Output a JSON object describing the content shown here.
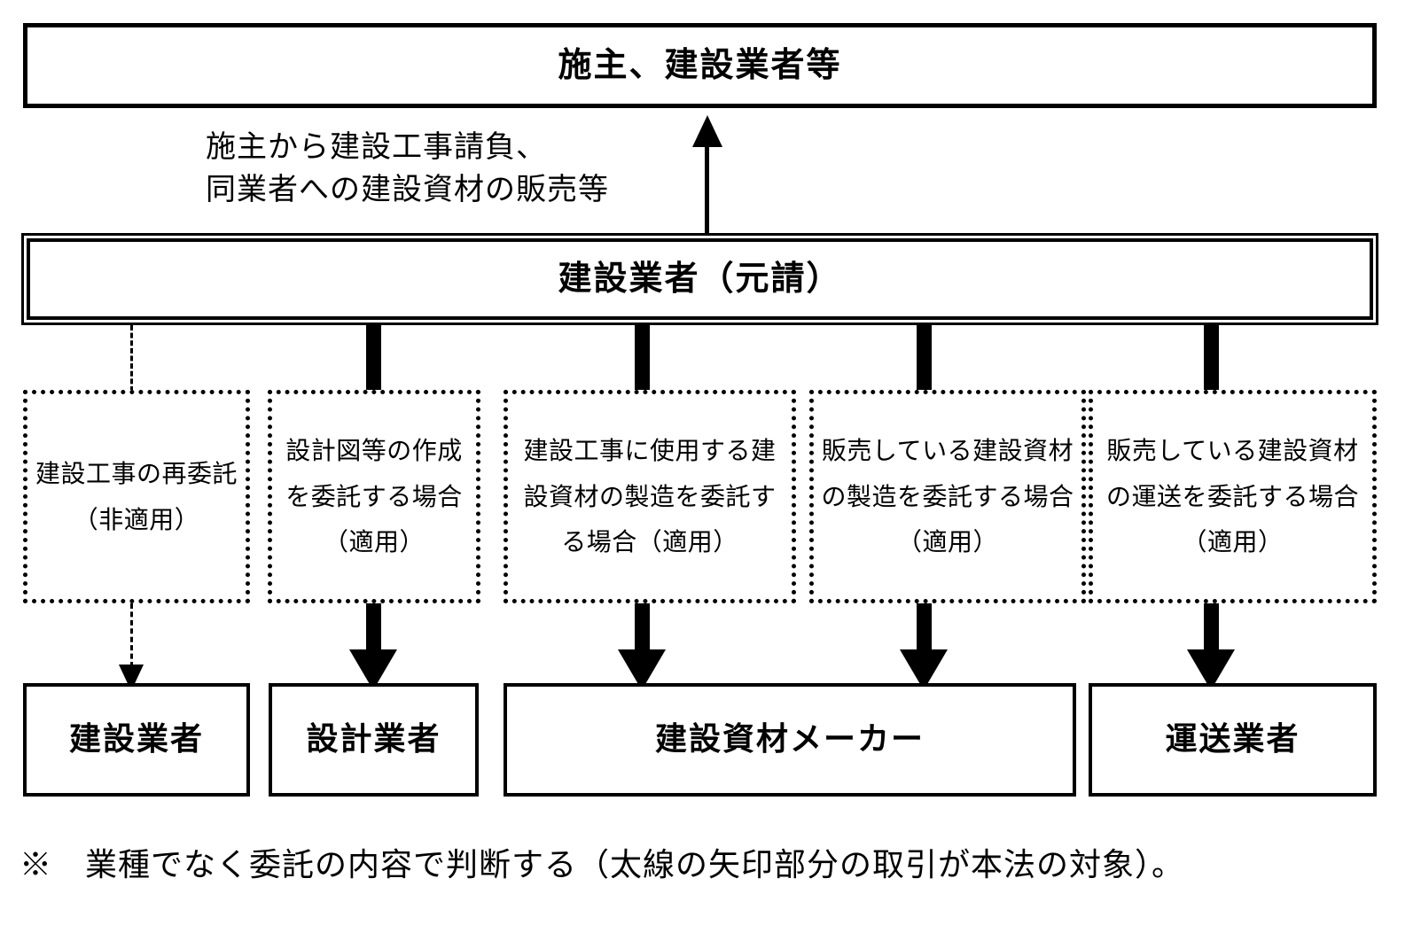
{
  "diagram": {
    "title_box_top": "施主、建設業者等",
    "prime_contractor_box": "建設業者（元請）",
    "flow_annotation": "施主から建設工事請負、\n同業者への建設資材の販売等",
    "footnote": "※　業種でなく委託の内容で判断する（太線の矢印部分の取引が本法の対象）。",
    "middle_boxes": [
      {
        "text": "建設工事の再委託\n（非適用）",
        "applicability": "非適用",
        "connector": "dashed"
      },
      {
        "text": "設計図等の作成を委託する場合（適用）",
        "applicability": "適用",
        "connector": "thick"
      },
      {
        "text": "建設工事に使用する建設資材の製造を委託する場合（適用）",
        "applicability": "適用",
        "connector": "thick"
      },
      {
        "text": "販売している建設資材の製造を委託する場合（適用）",
        "applicability": "適用",
        "connector": "thick"
      },
      {
        "text": "販売している建設資材の運送を委託する場合（適用）",
        "applicability": "適用",
        "connector": "thick"
      }
    ],
    "bottom_boxes": [
      {
        "label": "建設業者"
      },
      {
        "label": "設計業者"
      },
      {
        "label": "建設資材メーカー"
      },
      {
        "label": "運送業者"
      }
    ],
    "colors": {
      "line": "#000000",
      "background": "#ffffff",
      "text": "#000000"
    }
  }
}
